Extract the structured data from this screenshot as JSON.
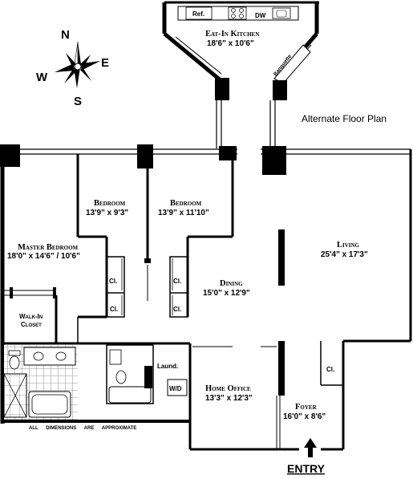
{
  "title_note": "Alternate Floor Plan",
  "compass": {
    "n": "N",
    "e": "E",
    "s": "S",
    "w": "W"
  },
  "rooms": {
    "kitchen": {
      "name": "Eat-In Kitchen",
      "dims": "18'6\" x 10'6\""
    },
    "bedroom1": {
      "name": "Bedroom",
      "dims": "13'9\" x 9'3\""
    },
    "bedroom2": {
      "name": "Bedroom",
      "dims": "13'9\" x 11'10\""
    },
    "master": {
      "name": "Master Bedroom",
      "dims": "18'0\" x 14'6\" / 10'6\""
    },
    "walkin": {
      "name_line1": "Walk-In",
      "name_line2": "Closet"
    },
    "living": {
      "name": "Living",
      "dims": "25'4\" x 17'3\""
    },
    "dining": {
      "name": "Dining",
      "dims": "15'0\" x 12'9\""
    },
    "office": {
      "name": "Home Office",
      "dims": "13'3\" x 12'3\""
    },
    "foyer": {
      "name": "Foyer",
      "dims": "16'0\" x 8'6\""
    },
    "laundry": {
      "name": "Laund.",
      "wd": "W/D"
    }
  },
  "fixtures": {
    "refrigerator": "Ref.",
    "dishwasher": "DW",
    "banquette": "Banquette"
  },
  "closets": {
    "cl1": "Cl.",
    "cl2": "Cl.",
    "cl3": "Cl.",
    "cl4": "Cl.",
    "cl5": "Cl."
  },
  "entry": "ENTRY",
  "disclaimer": "ALL DIMENSIONS ARE APPROXIMATE"
}
